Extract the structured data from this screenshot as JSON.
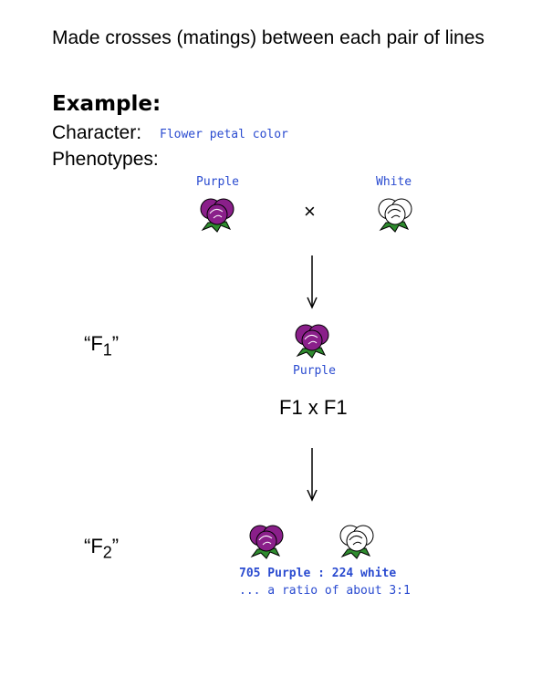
{
  "heading": "Made crosses (matings) between each pair of lines",
  "example_label": "Example:",
  "character_label": "Character:",
  "character_value": "Flower petal color",
  "phenotypes_label": "Phenotypes:",
  "parent_left_label": "Purple",
  "parent_right_label": "White",
  "cross_symbol": "×",
  "f1_prefix": "“F",
  "f1_sub": "1",
  "f1_suffix": "”",
  "f1_label": "Purple",
  "f1_cross": "F1 x F1",
  "f2_prefix": "“F",
  "f2_sub": "2",
  "f2_suffix": "”",
  "f2_result": "705 Purple : 224 white",
  "f2_ratio": "... a ratio of about 3:1",
  "colors": {
    "purple": "#8a1f8a",
    "leaf": "#2e8b2e",
    "blue_text": "#2a4bd0"
  }
}
